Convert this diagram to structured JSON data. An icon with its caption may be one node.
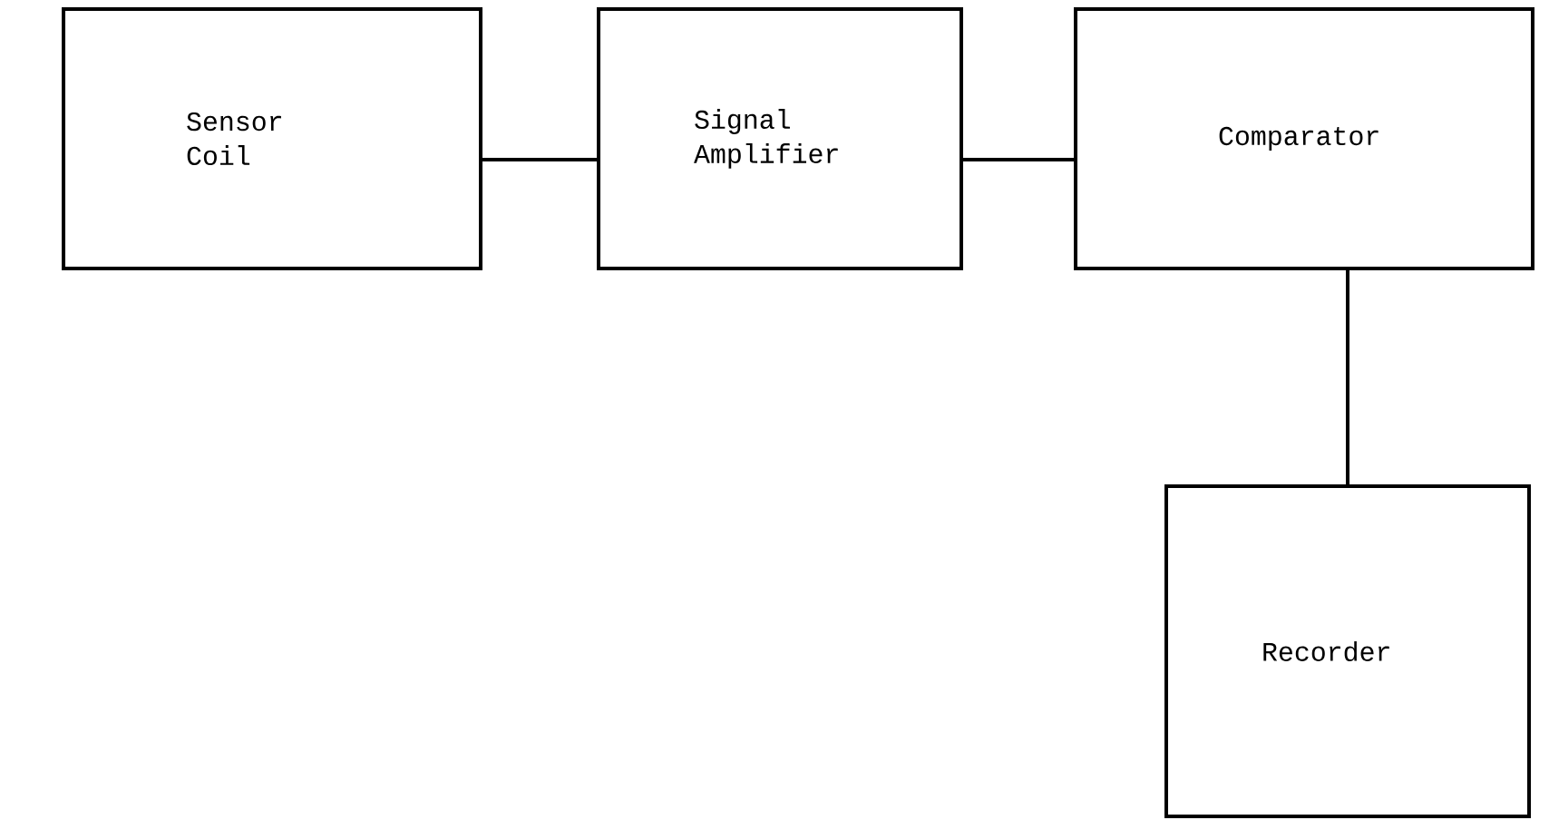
{
  "diagram": {
    "nodes": [
      {
        "text": [
          "Sensor Coil"
        ]
      },
      {
        "text": [
          "Signal Amplifier"
        ]
      },
      {
        "text": [
          "Comparator"
        ]
      },
      {
        "text": [
          "Recorder"
        ]
      }
    ],
    "edges": [
      {
        "from": 0,
        "to": 1,
        "arrow": "none"
      },
      {
        "from": 1,
        "to": 2,
        "arrow": "none"
      },
      {
        "from": 2,
        "to": 3,
        "arrow": "none"
      }
    ]
  }
}
